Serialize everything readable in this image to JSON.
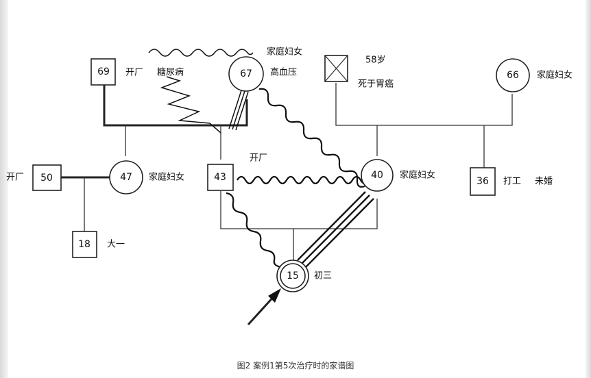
{
  "genogram": {
    "grandfather_paternal": {
      "age": "69",
      "note": "开厂",
      "illness": "糖尿病"
    },
    "grandmother_paternal": {
      "age": "67",
      "occupation": "家庭妇女",
      "illness": "高血压"
    },
    "grandfather_maternal": {
      "death_age": "58岁",
      "death_cause": "死于胃癌"
    },
    "grandmother_maternal": {
      "age": "66",
      "occupation": "家庭妇女"
    },
    "aunt": {
      "age": "47",
      "occupation": "家庭妇女"
    },
    "uncle": {
      "age": "50",
      "note": "开厂"
    },
    "cousin": {
      "age": "18",
      "note": "大一"
    },
    "father": {
      "age": "43",
      "note": "开厂"
    },
    "mother": {
      "age": "40",
      "occupation": "家庭妇女"
    },
    "maternal_uncle": {
      "age": "36",
      "occupation": "打工",
      "status": "未婚"
    },
    "patient": {
      "age": "15",
      "grade": "初三"
    }
  },
  "caption": "图2 案例1第5次治疗时的家谱图"
}
